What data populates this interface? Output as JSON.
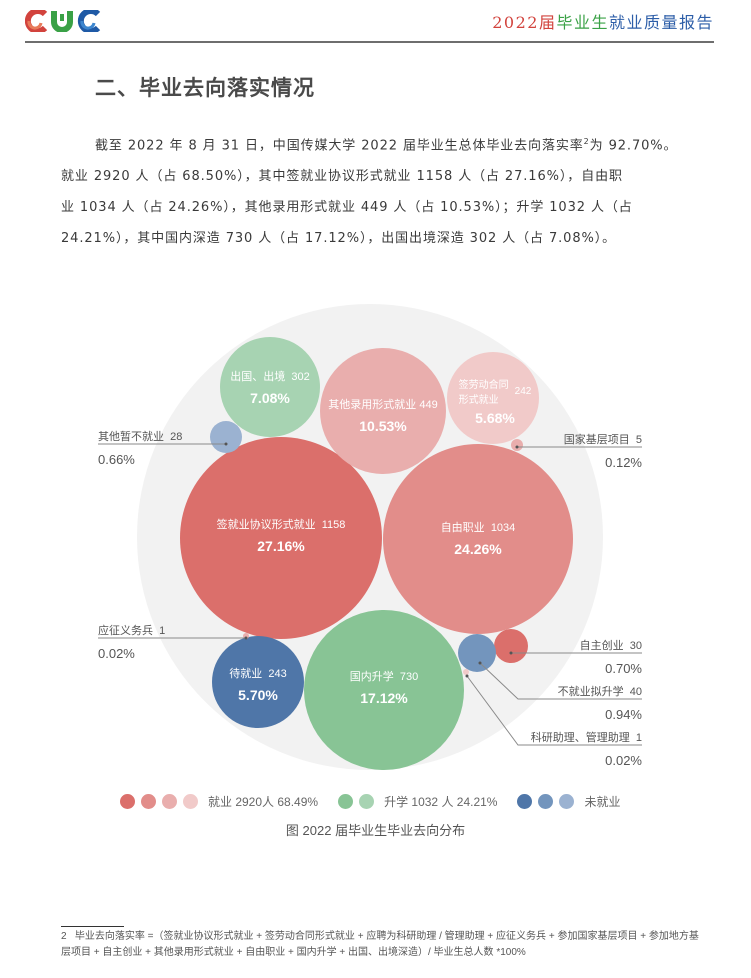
{
  "header": {
    "logo_text": "CUC",
    "logo_colors": [
      "#d2433d",
      "#3aa146",
      "#2d6db5"
    ],
    "title_part1": "2022届",
    "title_part2": "毕业生",
    "title_part3": "就业质量报告"
  },
  "section": {
    "title": "二、毕业去向落实情况"
  },
  "paragraph": {
    "line1_pre": "截至 2022 年 8 月 31 日，中国传媒大学 2022 届毕业生总体毕业去向落实率",
    "line1_sup": "2",
    "line1_post": "为 92.70%。",
    "line2": "就业 2920 人（占 68.50%），其中签就业协议形式就业 1158 人（占 27.16%），自由职",
    "line3": "业 1034 人（占 24.26%），其他录用形式就业 449 人（占 10.53%）；升学 1032 人（占",
    "line4": "24.21%），其中国内深造 730 人（占 17.12%），出国出境深造 302 人（占 7.08%）。"
  },
  "chart": {
    "bubbles": [
      {
        "name": "签就业协议形式就业",
        "count": "1158",
        "pct": "27.16%",
        "color": "#db6f6b"
      },
      {
        "name": "自由职业",
        "count": "1034",
        "pct": "24.26%",
        "color": "#e28d8a"
      },
      {
        "name": "其他录用形式就业",
        "count": "449",
        "pct": "10.53%",
        "color": "#e9aead"
      },
      {
        "name": "签劳动合同形式就业",
        "name_l1": "签劳动合同",
        "name_l2": "形式就业",
        "count": "242",
        "pct": "5.68%",
        "color": "#f1cac9"
      },
      {
        "name": "国内升学",
        "count": "730",
        "pct": "17.12%",
        "color": "#88c495"
      },
      {
        "name": "出国、出境",
        "count": "302",
        "pct": "7.08%",
        "color": "#a7d3b2"
      },
      {
        "name": "待就业",
        "count": "243",
        "pct": "5.70%",
        "color": "#4f76a8"
      },
      {
        "name": "不就业拟升学",
        "count": "40",
        "pct": "0.94%",
        "color": "#7395bd"
      },
      {
        "name": "其他暂不就业",
        "count": "28",
        "pct": "0.66%",
        "color": "#9bb2d1"
      },
      {
        "name": "自主创业",
        "count": "30",
        "pct": "0.70%",
        "color": "#db6f6b"
      },
      {
        "name": "国家基层项目",
        "count": "5",
        "pct": "0.12%",
        "color": "#e9aead"
      },
      {
        "name": "应征义务兵",
        "count": "1",
        "pct": "0.02%",
        "color": "#e9aead"
      },
      {
        "name": "科研助理、管理助理",
        "count": "1",
        "pct": "0.02%",
        "color": "#f1cac9"
      }
    ],
    "legend": [
      {
        "label": "就业 2920人  68.49%",
        "colors": [
          "#db6f6b",
          "#e28d8a",
          "#e9aead",
          "#f1cac9"
        ]
      },
      {
        "label": "升学 1032 人  24.21%",
        "colors": [
          "#88c495",
          "#a7d3b2"
        ]
      },
      {
        "label": "未就业",
        "colors": [
          "#4f76a8",
          "#7395bd",
          "#9bb2d1"
        ]
      }
    ],
    "caption": "图 2022 届毕业生毕业去向分布",
    "background_color": "#f2f2f2"
  },
  "chart_data": {
    "type": "bubble",
    "title": "图 2022 届毕业生毕业去向分布",
    "categories": [
      "签就业协议形式就业",
      "自由职业",
      "其他录用形式就业",
      "签劳动合同形式就业",
      "国家基层项目",
      "应征义务兵",
      "自主创业",
      "科研助理、管理助理",
      "国内升学",
      "出国、出境",
      "待就业",
      "不就业拟升学",
      "其他暂不就业"
    ],
    "values": [
      1158,
      1034,
      449,
      242,
      5,
      1,
      30,
      1,
      730,
      302,
      243,
      40,
      28
    ],
    "percentages": [
      27.16,
      24.26,
      10.53,
      5.68,
      0.12,
      0.02,
      0.7,
      0.02,
      17.12,
      7.08,
      5.7,
      0.94,
      0.66
    ],
    "groups": [
      {
        "name": "就业",
        "total": 2920,
        "pct": 68.49
      },
      {
        "name": "升学",
        "total": 1032,
        "pct": 24.21
      },
      {
        "name": "未就业"
      }
    ]
  },
  "footnote": {
    "number": "2",
    "text": "毕业去向落实率 =（签就业协议形式就业 + 签劳动合同形式就业 + 应聘为科研助理 / 管理助理 + 应征义务兵 + 参加国家基层项目 + 参加地方基层项目 + 自主创业 + 其他录用形式就业 + 自由职业 + 国内升学 + 出国、出境深造）/ 毕业生总人数 *100%"
  }
}
